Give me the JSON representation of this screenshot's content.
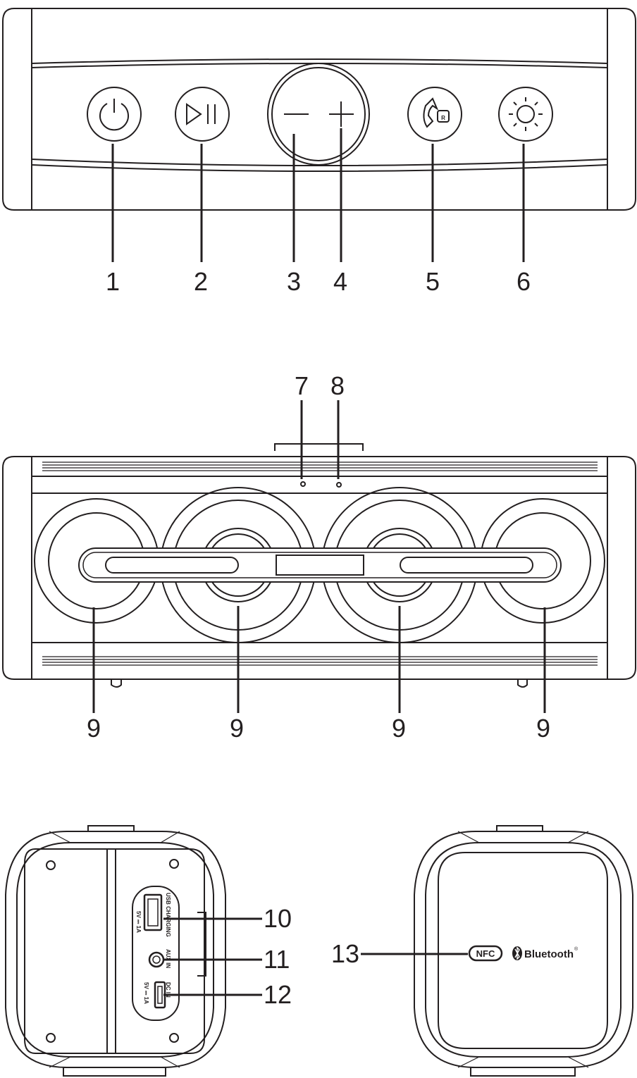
{
  "top_view": {
    "buttons": [
      {
        "callout": "1",
        "icon": "power-icon"
      },
      {
        "callout": "2",
        "icon": "play-pause-icon"
      },
      {
        "callout": "3",
        "icon": "minus-icon"
      },
      {
        "callout": "4",
        "icon": "plus-icon"
      },
      {
        "callout": "5",
        "icon": "phone-r-icon"
      },
      {
        "callout": "6",
        "icon": "light-icon"
      }
    ]
  },
  "front_view": {
    "indicator_callouts": [
      "7",
      "8"
    ],
    "speaker_callouts": [
      "9",
      "9",
      "9",
      "9"
    ]
  },
  "side_left": {
    "ports": [
      {
        "callout": "10",
        "label": "USB CHARGING",
        "rating": "5V ⎓ 1A"
      },
      {
        "callout": "11",
        "label": "AUX IN"
      },
      {
        "callout": "12",
        "label": "DC IN",
        "rating": "5V ⎓ 1A"
      }
    ]
  },
  "side_right": {
    "callout": "13",
    "nfc_label": "NFC",
    "bluetooth_label": "Bluetooth",
    "registered_mark": "®"
  }
}
